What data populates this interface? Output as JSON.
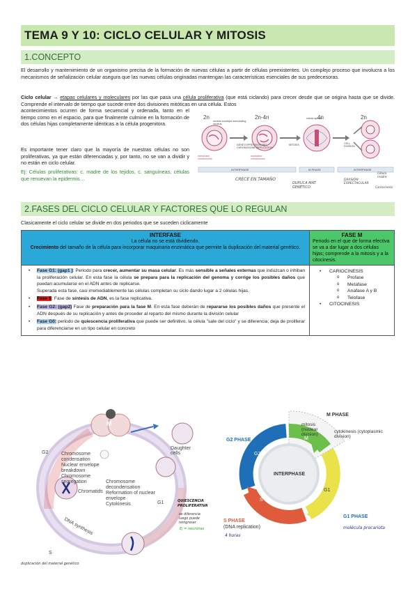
{
  "title": "TEMA 9 Y 10: CICLO CELULAR Y MITOSIS",
  "section1": {
    "heading": "1.CONCEPTO",
    "intro": "El desarrollo y mantenimiento de un organismo precisa de la formación de nuevas células a partir de células preexistentes. Un complejo proceso que involucra a los mecanismos de señalización celular asegura que las nuevas células originadas mantengan las características esenciales de sus predecesoras.",
    "def_term": "Ciclo celular",
    "def_arrow": "→",
    "def_stages": "etapas celulares y moleculares",
    "def_mid": " por las que pasa una ",
    "def_cell": "célula proliferativa",
    "def_rest": " (que está ciclando) para crecer desde que se origina hasta que se divide. Comprende el intervalo de tiempo que sucede entre dos divisiones mitóticas en una célula. Estos",
    "col_text": "acontecimientos ocurren de forma secuencial y ordenada, tanto en el tiempo como en el espacio, para que finalmente culmine en la formación de dos células hijas completamente idénticas a la célula progenitora.",
    "note": "Es importante tener claro que la mayoría de nuestras células no son proliferativas, ya que están diferenciadas y, por tanto, no se van a dividir y no están en ciclo celular.",
    "example": "Ej: Células proliferativas: c. madre de los tejidos, c. sanguíneas, células que renuevan la epidermis…"
  },
  "diagram_top": {
    "labels": [
      "2n",
      "2n-4n",
      "4n",
      "2n"
    ],
    "small": [
      "nuclear envelope surrounding nucleus",
      "GENE EXPRESSION AND CHROMOSOME REPLICATION",
      "MITOSIS",
      "CELL DIVISION",
      "mitotic spindle",
      "interphase chromosome",
      "duplicated chromosome"
    ],
    "bars": [
      "INTERPHASE",
      "M PHASE",
      "INTERPHASE"
    ],
    "handwritten": [
      "CRECE EN TAMAÑO",
      "DUPLICA MAT. GENÉTICO",
      "DIVISIÓN ESPECTACULAR",
      "Célula madre",
      "Cariocinesis"
    ]
  },
  "section2": {
    "heading": "2.FASES DEL CICLO CELULAR Y FACTORES QUE LO REGULAN",
    "intro": "Clasicamente el ciclo celular se divide en dos periodos que se suceden ciclicamente"
  },
  "table": {
    "inter_title": "INTERFASE",
    "inter_sub": "La célula no se está dividiendo.",
    "inter_desc_b": "Crecimiento",
    "inter_desc": " del tamaño de la célula para incorporar maquinaria enzimática que permite la duplicación del material genético.",
    "m_title": "FASE M",
    "m_desc": "Periodo en el que de forma efectiva se va a dar lugar a dos células hijas; comprende a la mitosis y a la citocinesis.",
    "g1_tag": "Fase G1: (gap1 )",
    "g1_a": ": Periodo para ",
    "g1_b": "crecer, aumentar su masa celular",
    "g1_c": ". Es más ",
    "g1_d": "sensible a señales externas",
    "g1_e": " que induzcan o inhiban la proliferación celular. En esta fase la célula ",
    "g1_f": "se prepara para la replicación del genoma y corrige los posibles daños",
    "g1_g": " que puedan acumularse en el ADN antes de replicarse.",
    "g1_h": "Superada esta fase, casi irremediablemente las células completan su ciclo dando lugar a 2 células hijas.",
    "s_tag": "Fase S",
    "s_a": ": Fase de ",
    "s_b": "síntesis de ADN",
    "s_c": ", es la fase replicativa.",
    "g2_tag": "Fase G2: (gap2)",
    "g2_a": " Fase de ",
    "g2_b": "preparación para la fase M",
    "g2_c": ". En esta fase deberán de ",
    "g2_d": "repararse los posibles daños",
    "g2_e": " que presente el ADN después de su replicación y antes de proceder al reparto del mismo durante la división celular",
    "g0_tag": "Fase G0:",
    "g0_a": " periodo de ",
    "g0_b": "quiescencia proliferativa",
    "g0_c": " que puede ser definitivo. la célula \"sale del ciclo\" y se diferencia; deja de proliferar para diferenciarse en un tipo celular en concreto",
    "m_items": [
      {
        "level": 1,
        "text": "CARIOCINESIS"
      },
      {
        "level": 2,
        "text": "Profase"
      },
      {
        "level": 2,
        "text": "Metafase"
      },
      {
        "level": 2,
        "text": "Anafase A y B"
      },
      {
        "level": 2,
        "text": "Telofase"
      },
      {
        "level": 1,
        "text": "CITOCINESIS"
      }
    ]
  },
  "figure_left": {
    "labels": [
      "M",
      "G2",
      "G1",
      "Daughter cells",
      "Chromosome condensation",
      "Nuclear envelope breakdown",
      "Chromosome segregation",
      "Chromatids",
      "Chromosome decondensation",
      "Reformation of nuclear envelope",
      "Cytokinesis",
      "DNA synthesis",
      "S"
    ],
    "handwritten": [
      "QUIESCENCIA PROLIFERATIVA",
      "se diferencia",
      "luego puede reingresar",
      "Ej = neuronas",
      "duplicación del material genético"
    ]
  },
  "figure_right": {
    "labels": [
      "M PHASE",
      "mitosis (nuclear division)",
      "cytokinesis (cytoplasmic division)",
      "G2 PHASE",
      "G2",
      "M",
      "INTERPHASE",
      "S",
      "G1",
      "G1 PHASE",
      "S PHASE",
      "(DNA replication)"
    ],
    "handwritten": [
      "4 horas",
      "molécula procariota"
    ]
  },
  "colors": {
    "title_bg": "#c9e8b0",
    "section_bg": "#d4edc4",
    "section_text": "#2f6e3a",
    "interfase": "#2aa8d8",
    "fase_m": "#4cc86a",
    "g1": "#e9e24a",
    "s": "#e05a3c",
    "g2": "#1f6fb8",
    "m": "#6cbf4a"
  }
}
